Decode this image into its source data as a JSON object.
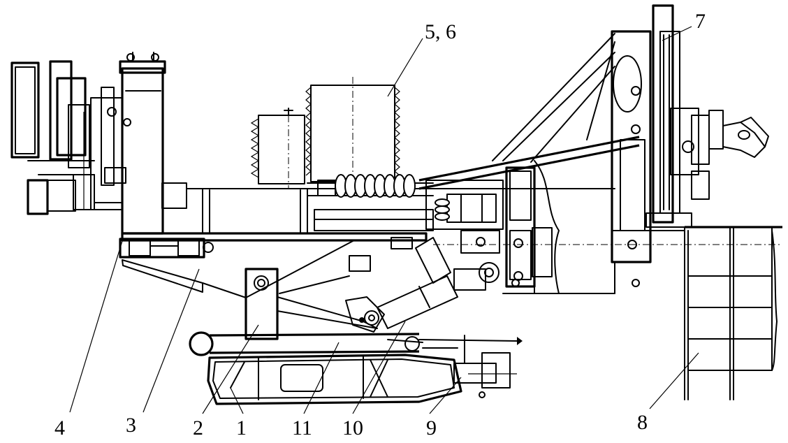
{
  "labels": {
    "l1": "1",
    "l2": "2",
    "l3": "3",
    "l4": "4",
    "l56": "5, 6",
    "l7": "7",
    "l8": "8",
    "l9": "9",
    "l10": "10",
    "l11": "11"
  }
}
